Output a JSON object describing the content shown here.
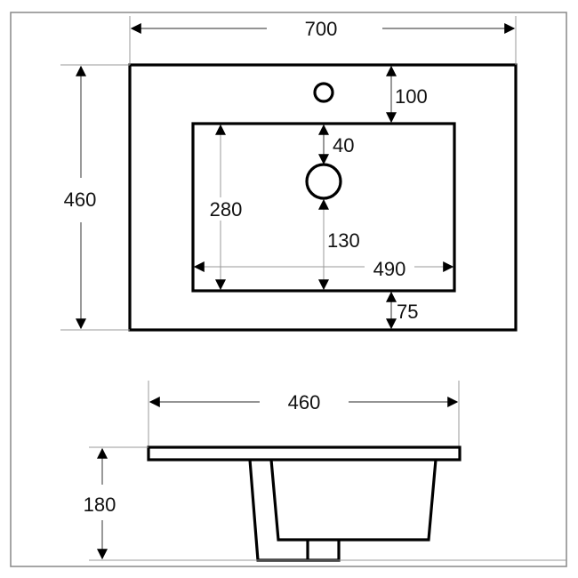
{
  "top_view": {
    "overall_width": "700",
    "overall_depth": "460",
    "tap_hole_offset": "100",
    "drain_offset_top": "40",
    "basin_depth": "280",
    "drain_offset_bottom": "130",
    "basin_width": "490",
    "front_margin": "75"
  },
  "side_view": {
    "depth": "460",
    "height": "180"
  }
}
